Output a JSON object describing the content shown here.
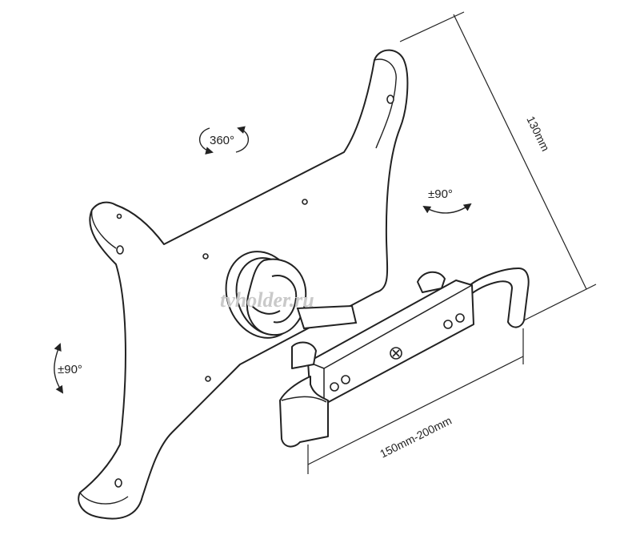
{
  "labels": {
    "rotation": "360°",
    "tilt_right": "±90°",
    "tilt_left": "±90°",
    "depth_dim": "130mm",
    "width_dim": "150mm-200mm",
    "watermark": "tvholder.ru"
  }
}
